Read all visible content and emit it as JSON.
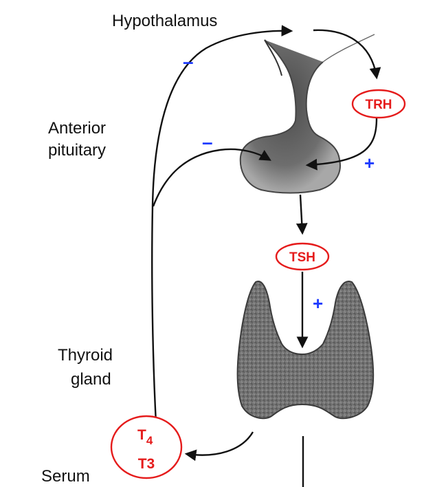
{
  "labels": {
    "hypothalamus": "Hypothalamus",
    "anterior_line1": "Anterior",
    "anterior_line2": "pituitary",
    "thyroid_line1": "Thyroid",
    "thyroid_line2": "gland",
    "serum": "Serum"
  },
  "hormones": {
    "trh": "TRH",
    "tsh": "TSH",
    "t4_letter": "T",
    "t4_sub": "4",
    "t3": "T3"
  },
  "signs": {
    "neg_hypothalamus": "–",
    "neg_pituitary": "–",
    "pos_trh": "+",
    "pos_tsh": "+"
  },
  "colors": {
    "hormone_outline": "#e51b1b",
    "sign": "#1f3cff",
    "arrow": "#111111",
    "gland_gray": "#7a7a7a"
  }
}
